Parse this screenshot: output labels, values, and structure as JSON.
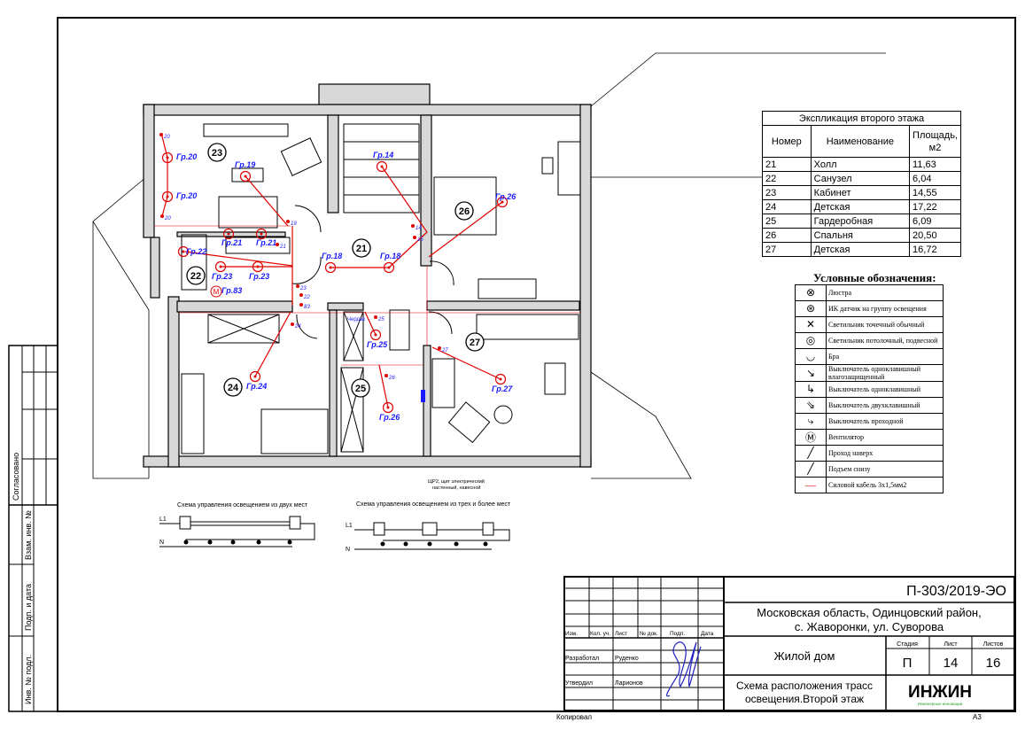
{
  "stamp_left": {
    "agreed": "Согласовано",
    "replace_inv": "Взам. инв. №",
    "sign_date": "Подп. и дата",
    "inv_orig": "Инв. № подл."
  },
  "rooms": [
    "23",
    "22",
    "21",
    "26",
    "24",
    "25",
    "27"
  ],
  "fixtures": [
    "Гр.20",
    "Гр.20",
    "Гр.19",
    "Гр.21",
    "Гр.21",
    "Гр.22",
    "Гр.23",
    "Гр.23",
    "Гр.83",
    "Гр.14",
    "Гр.18",
    "Гр.18",
    "Гр.26",
    "Гр.25",
    "Гр.24",
    "Гр.26",
    "Гр.27"
  ],
  "switch_marks": [
    "20",
    "20",
    "19",
    "14",
    "15",
    "21",
    "23",
    "22",
    "83",
    "24",
    "25",
    "26",
    "27"
  ],
  "plan_notes": {
    "attic": "Чердак",
    "panel": "ЩР2, щит электрический",
    "panel2": "настенный, навесной",
    "fan": "M"
  },
  "schemes": {
    "two_places": "Схема управления освещением из двух мест",
    "three_places": "Схема управления освещением из трех и более мест",
    "l1": "L1",
    "n": "N"
  },
  "explication": {
    "title": "Экспликация второго этажа",
    "headers": [
      "Номер",
      "Наименование",
      "Площадь, м2"
    ],
    "rows": [
      [
        "21",
        "Холл",
        "11,63"
      ],
      [
        "22",
        "Санузел",
        "6,04"
      ],
      [
        "23",
        "Кабинет",
        "14,55"
      ],
      [
        "24",
        "Детская",
        "17,22"
      ],
      [
        "25",
        "Гардеробная",
        "6,09"
      ],
      [
        "26",
        "Спальня",
        "20,50"
      ],
      [
        "27",
        "Детская",
        "16,72"
      ]
    ]
  },
  "legend": {
    "title": "Условные обозначения:",
    "items": [
      {
        "icon": "chandelier",
        "label": "Люстра"
      },
      {
        "icon": "ir-sensor",
        "label": "ИК датчик на группу освещения"
      },
      {
        "icon": "spot-light",
        "label": "Светильник точечный обычный"
      },
      {
        "icon": "ceiling-light",
        "label": "Светильник потолочный, подвесной"
      },
      {
        "icon": "sconce",
        "label": "Бра"
      },
      {
        "icon": "switch-waterproof",
        "label": "Выключатель одноклавишный влагозащищенный"
      },
      {
        "icon": "switch-single",
        "label": "Выключатель одноклавишный"
      },
      {
        "icon": "switch-double",
        "label": "Выключатель двухклавишный"
      },
      {
        "icon": "switch-passthrough",
        "label": "Выключатель проходной"
      },
      {
        "icon": "fan",
        "label": "Вентилятор"
      },
      {
        "icon": "pass-up",
        "label": "Проход наверх"
      },
      {
        "icon": "rise-below",
        "label": "Подъем снизу"
      },
      {
        "icon": "cable",
        "label": "Силовой кабель 3х1,5мм2"
      }
    ]
  },
  "title_block": {
    "code": "П-303/2019-ЭО",
    "address1": "Московская область, Одинцовский район,",
    "address2": "с. Жаворонки, ул. Суворова",
    "object": "Жилой дом",
    "sheet_title1": "Схема расположения трасс",
    "sheet_title2": "освещения.Второй этаж",
    "cols": [
      "Изм.",
      "Кол. уч.",
      "Лист",
      "№ док.",
      "Подп.",
      "Дата"
    ],
    "developed_label": "Разработал",
    "developed_name": "Руденко",
    "approved_label": "Утвердил",
    "approved_name": "Ларионов",
    "stage_label": "Стадия",
    "sheet_label": "Лист",
    "sheets_label": "Листов",
    "stage": "П",
    "sheet": "14",
    "sheets": "16",
    "logo": "ИНЖИН",
    "logo_sub": "Инженерные инновации",
    "copied": "Копировал",
    "format": "А3"
  },
  "colors": {
    "cable": "#e00000",
    "label": "#1a1aff",
    "wall": "#d8d8d8",
    "logo": "#2aa02a"
  }
}
